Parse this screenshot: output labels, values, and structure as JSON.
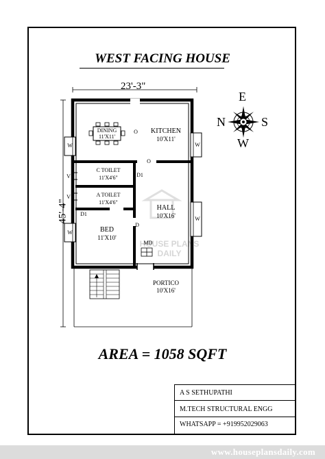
{
  "title": "WEST FACING HOUSE",
  "dimensions": {
    "width": "23'-3\"",
    "depth": "45'-4\""
  },
  "compass": {
    "north": "N",
    "south": "S",
    "east": "E",
    "west": "W"
  },
  "rooms": {
    "dining_name": "DINING",
    "dining_size": "11'X11'",
    "kitchen_name": "KITCHEN",
    "kitchen_size": "10'X11'",
    "c_toilet_name": "C TOILET",
    "c_toilet_size": "11'X4'6\"",
    "a_toilet_name": "A TOILET",
    "a_toilet_size": "11'X4'6\"",
    "hall_name": "HALL",
    "hall_size": "10'X16'",
    "bed_name": "BED",
    "bed_size": "11'X10'",
    "portico_name": "PORTICO",
    "portico_size": "10'X16'"
  },
  "marks": {
    "window": "W",
    "ventilator": "V",
    "door1": "D1",
    "door": "D",
    "opening": "O",
    "main_door": "MD"
  },
  "watermark": {
    "line1": "HOUSE PLANS",
    "line2": "DAILY"
  },
  "area": "AREA = 1058 SQFT",
  "title_block": {
    "name": "A S SETHUPATHI",
    "qualification": "M.TECH STRUCTURAL ENGG",
    "whatsapp": "WHATSAPP = +919952029063"
  },
  "footer_url": "www.houseplansdaily.com"
}
